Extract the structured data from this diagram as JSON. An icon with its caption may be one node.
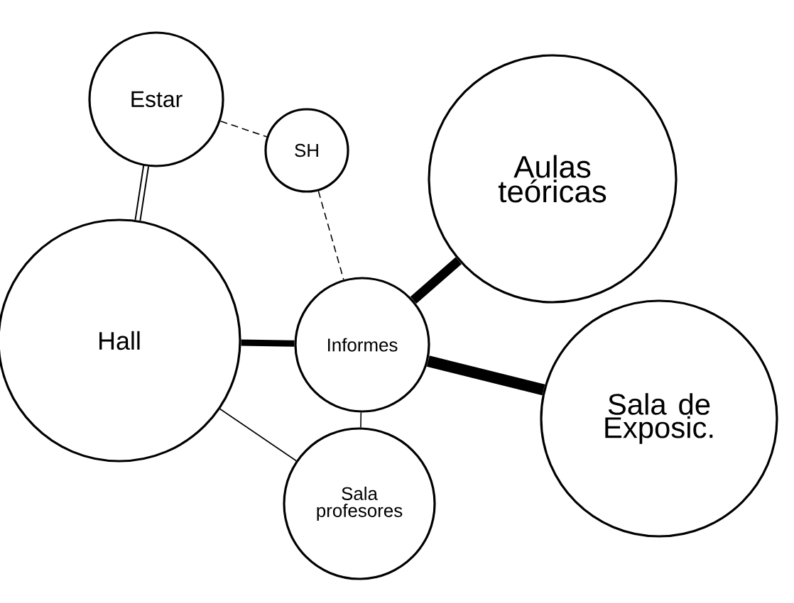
{
  "diagram": {
    "nodes": [
      {
        "text": [
          "Estar"
        ]
      },
      {
        "text": [
          "SH"
        ]
      },
      {
        "text": [
          "Aulas teóricas"
        ]
      },
      {
        "text": [
          "Hall"
        ]
      },
      {
        "text": [
          "Informes"
        ]
      },
      {
        "text": [
          "Sala de Exposic."
        ]
      },
      {
        "text": [
          "Sala profesores"
        ]
      }
    ],
    "edges": [
      {
        "from": 0,
        "to": 1,
        "arrow": "none",
        "style": "dashed"
      },
      {
        "from": 0,
        "to": 3,
        "arrow": "none",
        "style": "thick"
      },
      {
        "from": 1,
        "to": 4,
        "arrow": "none",
        "style": "dashed"
      },
      {
        "from": 3,
        "to": 4,
        "arrow": "none",
        "style": "thick"
      },
      {
        "from": 4,
        "to": 2,
        "arrow": "none",
        "style": "thick"
      },
      {
        "from": 4,
        "to": 5,
        "arrow": "none",
        "style": "thick"
      },
      {
        "from": 3,
        "to": 6,
        "arrow": "none"
      },
      {
        "from": 4,
        "to": 6,
        "arrow": "none"
      }
    ]
  }
}
